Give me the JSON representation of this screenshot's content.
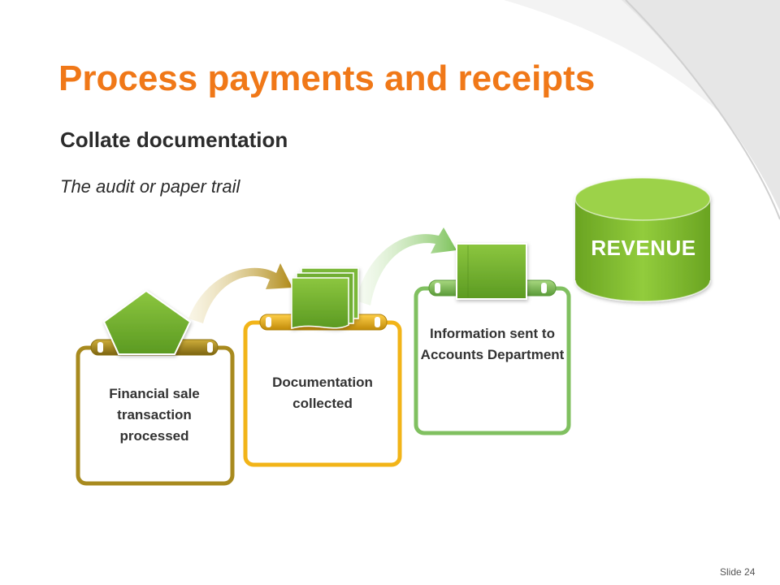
{
  "slide": {
    "title": "Process payments and receipts",
    "subtitle": "Collate documentation",
    "subsubtitle": "The audit or paper trail",
    "slide_number": "Slide 24"
  },
  "diagram": {
    "steps": [
      {
        "label": "Financial sale transaction processed",
        "color": "#a88a1e"
      },
      {
        "label": "Documentation collected",
        "color": "#f2b418"
      },
      {
        "label": "Information sent to Accounts Department",
        "color": "#80c060"
      }
    ],
    "revenue_label": "REVENUE",
    "colors": {
      "title": "#f07818",
      "shape_green": "#6aaa2c",
      "shape_green_light": "#8cc63f",
      "arrow_gold": "#b89a2a",
      "arrow_green": "#8cc670"
    }
  }
}
